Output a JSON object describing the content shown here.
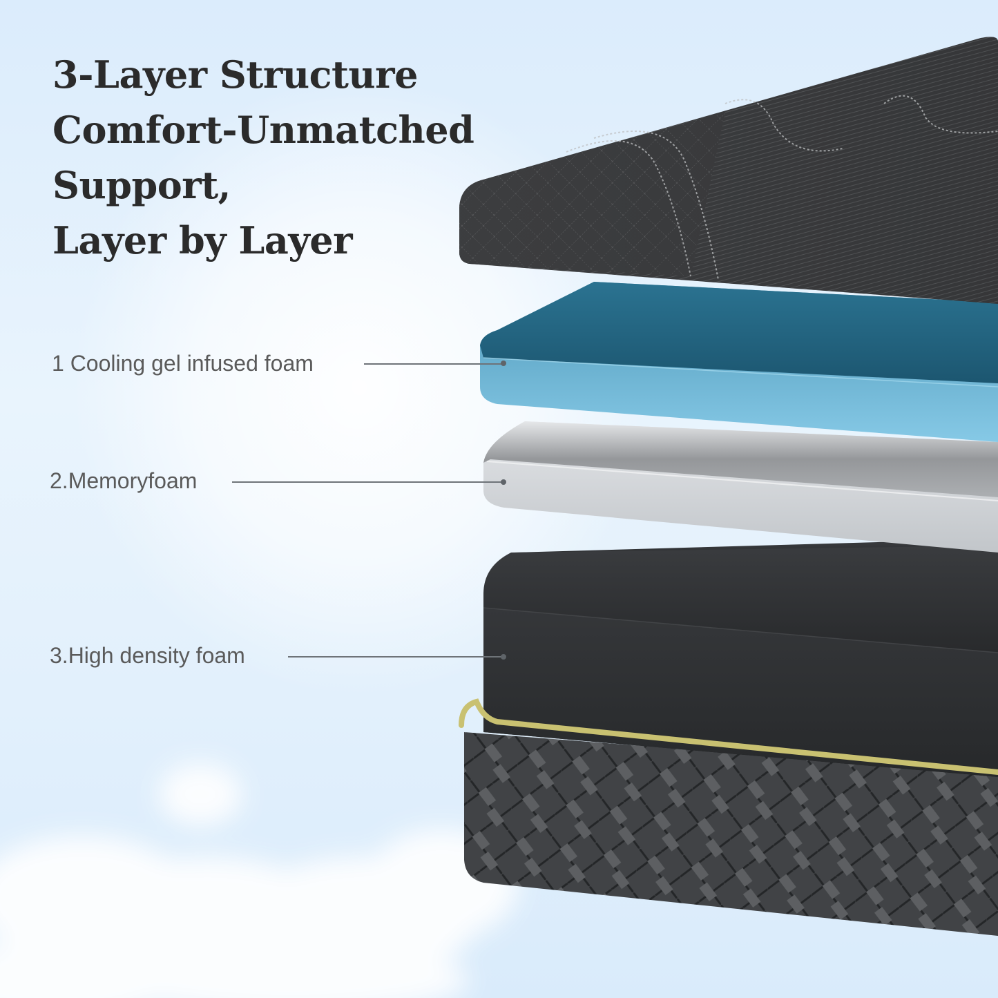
{
  "headline": {
    "lines": [
      "3-Layer Structure",
      "Comfort-Unmatched",
      "Support,",
      "Layer by Layer"
    ]
  },
  "layers": [
    {
      "label": "1 Cooling gel infused foam",
      "color": "#5aa9cc"
    },
    {
      "label": "2.Memoryfoam",
      "color": "#c9ccd0"
    },
    {
      "label": "3.High density foam",
      "color": "#2b2d30"
    }
  ],
  "colors": {
    "headline_text": "#2b2b2b",
    "label_text": "#5a5a5a",
    "top_cover": "#3c3d3f",
    "gel_top": "#1f5f7a",
    "gel_front": "#7cc3e2",
    "memory_top": "#8a8c8f",
    "memory_front": "#d4d7da",
    "high_density": "#2a2c2f",
    "piping": "#c9c171",
    "base_cover": "#4a4d50",
    "sky": "#dcecfb"
  }
}
